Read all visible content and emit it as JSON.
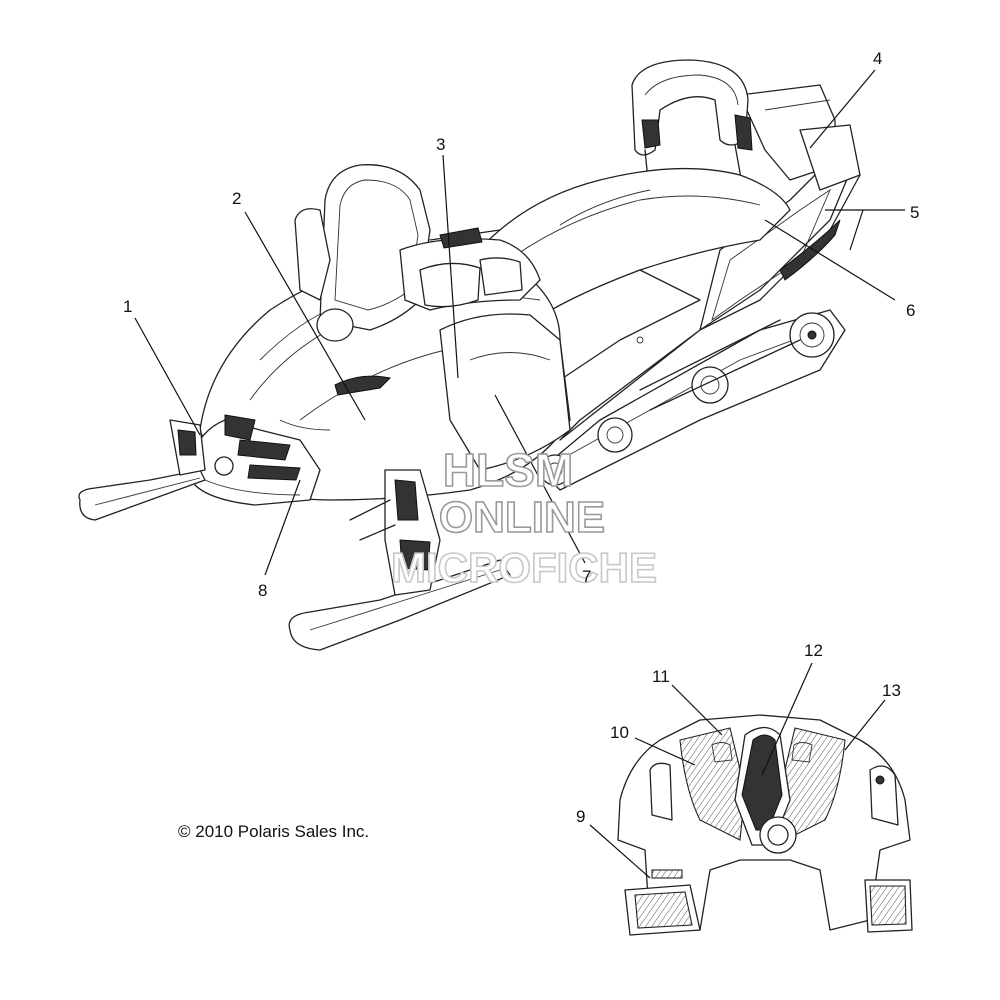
{
  "callouts": [
    {
      "id": "1",
      "text": "1"
    },
    {
      "id": "2",
      "text": "2"
    },
    {
      "id": "3",
      "text": "3"
    },
    {
      "id": "4",
      "text": "4"
    },
    {
      "id": "5",
      "text": "5"
    },
    {
      "id": "6",
      "text": "6"
    },
    {
      "id": "7",
      "text": "7"
    },
    {
      "id": "8",
      "text": "8"
    },
    {
      "id": "9",
      "text": "9"
    },
    {
      "id": "10",
      "text": "10"
    },
    {
      "id": "11",
      "text": "11"
    },
    {
      "id": "12",
      "text": "12"
    },
    {
      "id": "13",
      "text": "13"
    }
  ],
  "copyright": "© 2010 Polaris Sales Inc.",
  "watermark": {
    "line1": "HLSM",
    "line2": "ONLINE",
    "line3": "MICROFICHE"
  }
}
